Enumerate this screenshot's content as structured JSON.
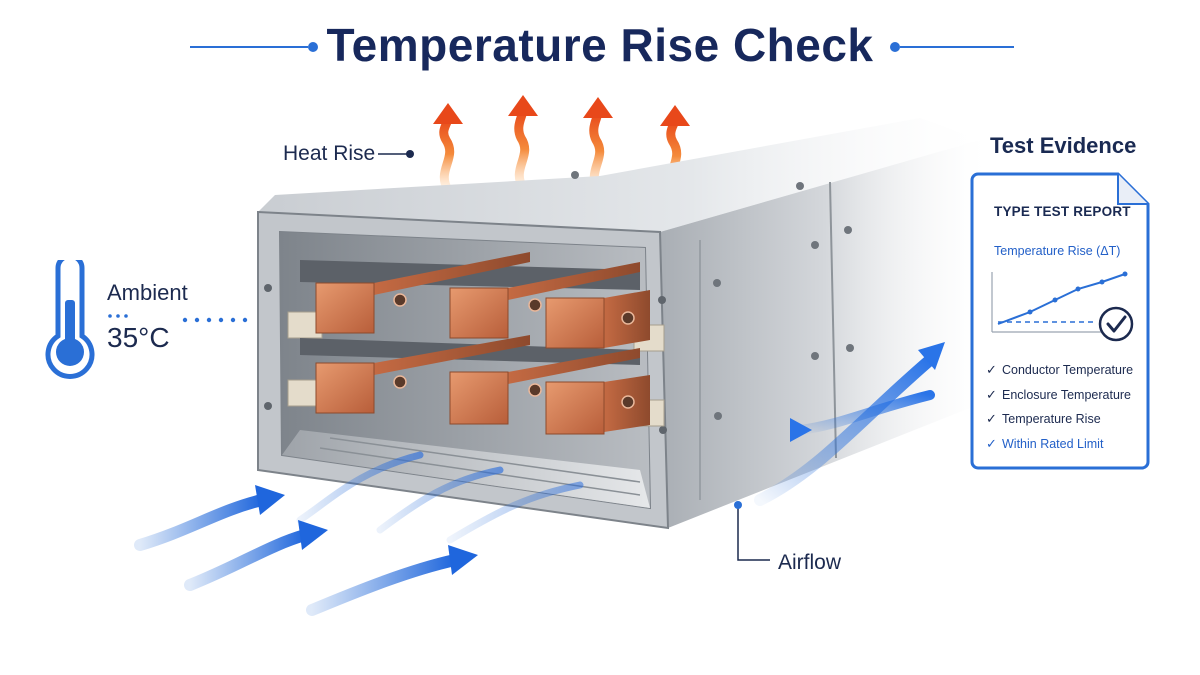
{
  "title": "Temperature Rise Check",
  "labels": {
    "heat_rise": "Heat Rise",
    "ambient": "Ambient",
    "ambient_temperature": "35°C",
    "airflow": "Airflow",
    "test_evidence": "Test Evidence"
  },
  "report": {
    "title": "TYPE TEST REPORT",
    "subtitle": "Temperature Rise (ΔT)",
    "checklist": [
      {
        "label": "Conductor Temperature"
      },
      {
        "label": "Enclosure Temperature"
      },
      {
        "label": "Temperature Rise"
      },
      {
        "label": "Within Rated Limit"
      }
    ]
  },
  "icons": {
    "thermometer": "thermometer-icon",
    "check_badge": "check-circle-icon",
    "heat_arrows": "heat-arrow-icon",
    "airflow_arrows": "airflow-arrow-icon"
  },
  "colors": {
    "title": "#17285c",
    "accent_blue": "#2a6fd6",
    "copper": "#c8714a",
    "heat_orange": "#e8521f",
    "steel": "#b8bcc2"
  }
}
